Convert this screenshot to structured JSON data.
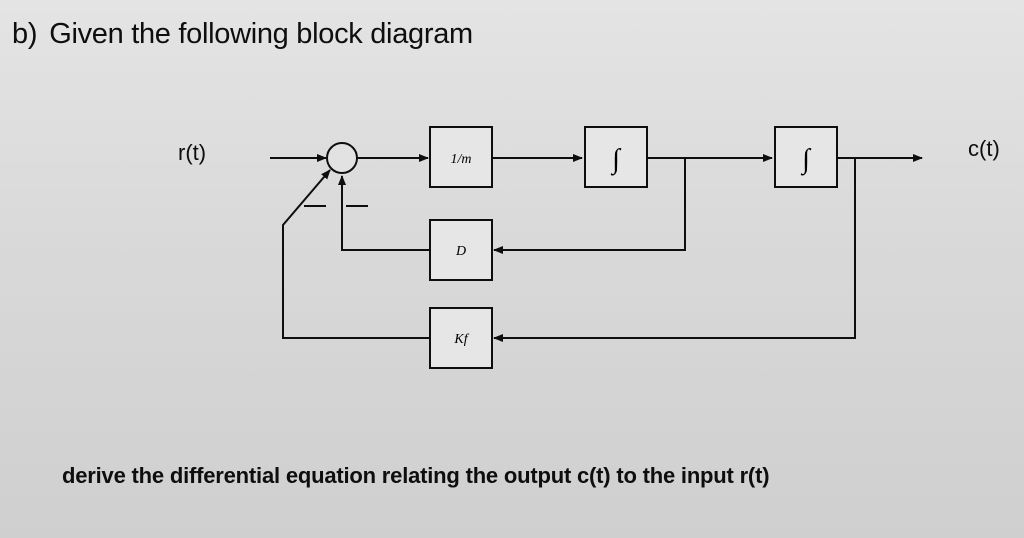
{
  "question": {
    "part": "b)",
    "title": "Given the following block diagram",
    "prompt": "derive the differential equation relating the output c(t) to the input r(t)"
  },
  "diagram": {
    "input_label": "r(t)",
    "output_label": "c(t)",
    "blocks": {
      "mass": "1/m",
      "integrator": "∫",
      "damping": "D",
      "spring": "Kf"
    },
    "summing_signs": [
      "−",
      "−"
    ]
  }
}
